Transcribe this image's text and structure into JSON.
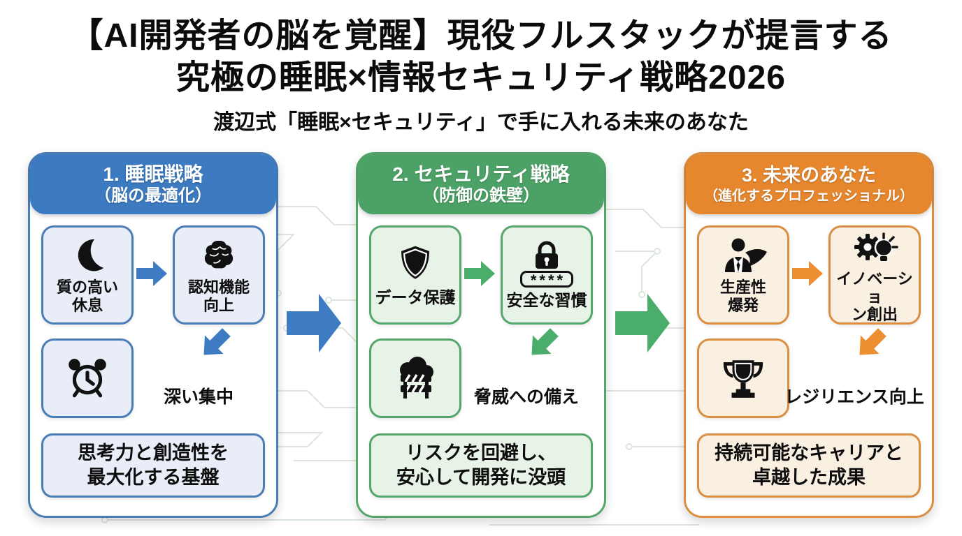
{
  "page": {
    "title_line1": "【AI開発者の脳を覚醒】現役フルスタックが提言する",
    "title_line2": "究極の睡眠×情報セキュリティ戦略2026",
    "subtitle": "渡辺式「睡眠×セキュリティ」で手に入れる未来のあなた"
  },
  "colors": {
    "blue_header": "#3C7BC1",
    "blue_border": "#4A7DB5",
    "blue_fill": "#E9EDF7",
    "blue_arrow": "#3D7CC3",
    "green_header": "#4CA266",
    "green_border": "#55A56C",
    "green_fill": "#E8F3E7",
    "green_arrow": "#4BAD6B",
    "orange_header": "#E6872E",
    "orange_border": "#DB8E42",
    "orange_fill": "#FAF0E2",
    "orange_arrow": "#EC8F33",
    "title_text": "#0B0B0B"
  },
  "columns": [
    {
      "header_line1": "1. 睡眠戦略",
      "header_line2": "（脳の最適化）",
      "box1": {
        "icon": "moon-icon",
        "label": "質の高い\n休息"
      },
      "box2": {
        "icon": "brain-icon",
        "label": "認知機能\n向上"
      },
      "box3": {
        "icon": "alarm-clock-icon"
      },
      "result_label": "深い集中",
      "summary": "思考力と創造性を\n最大化する基盤"
    },
    {
      "header_line1": "2. セキュリティ戦略",
      "header_line2": "（防御の鉄壁）",
      "box1": {
        "icon": "shield-icon",
        "label": "データ保護"
      },
      "box2": {
        "icon": "password-lock-icon",
        "label": "安全な習慣",
        "password_text": "****"
      },
      "box3": {
        "icon": "cloud-barrier-icon"
      },
      "result_label": "脅威への備え",
      "summary": "リスクを回避し、\n安心して開発に没頭"
    },
    {
      "header_line1": "3. 未来のあなた",
      "header_line2": "（進化するプロフェッショナル）",
      "box1": {
        "icon": "businessman-cape-icon",
        "label": "生産性\n爆発"
      },
      "box2": {
        "icon": "gear-lightbulb-icon",
        "label": "イノベーショ\nン創出"
      },
      "box3": {
        "icon": "trophy-icon"
      },
      "result_label": "レジリエンス向上",
      "summary": "持続可能なキャリアと\n卓越した成果"
    }
  ]
}
